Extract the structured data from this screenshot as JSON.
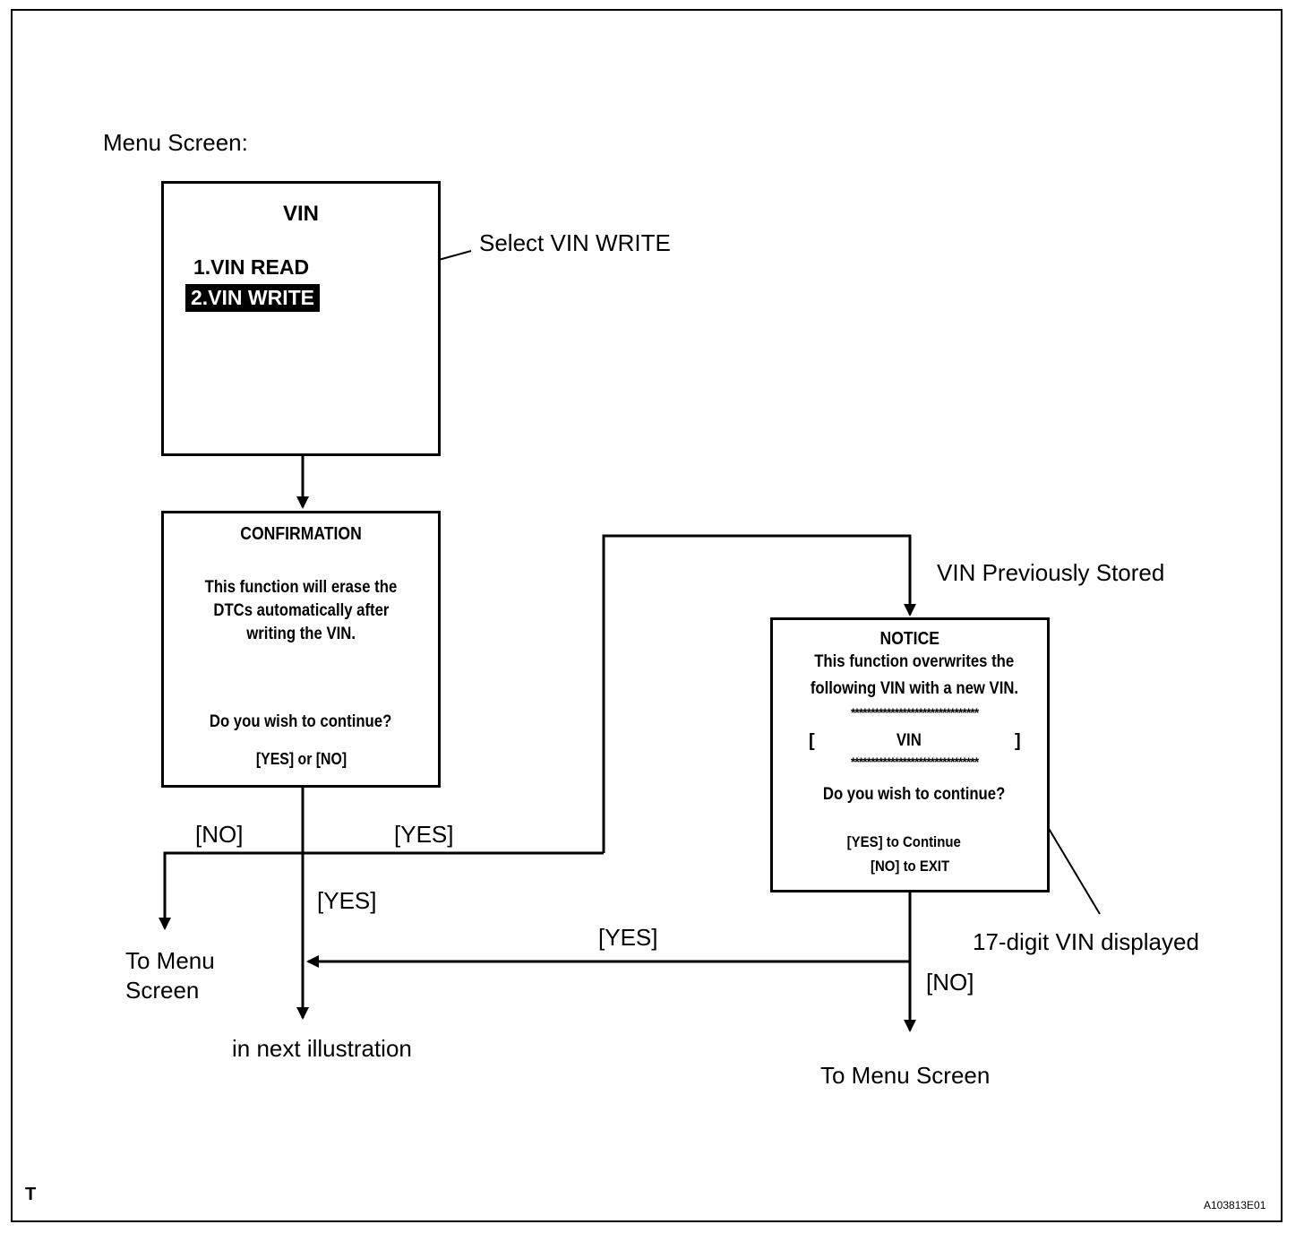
{
  "labels": {
    "menu_screen": "Menu Screen:",
    "select_vin_write": "Select VIN WRITE",
    "vin_previously_stored": "VIN Previously Stored",
    "seventeen_digit": "17-digit VIN displayed",
    "to_menu_screen_left_1": "To Menu",
    "to_menu_screen_left_2": "Screen",
    "in_next_illustration": "in next illustration",
    "to_menu_screen_right": "To Menu Screen",
    "corner_t": "T",
    "figure_id": "A103813E01"
  },
  "edges": {
    "no_left": "[NO]",
    "yes_mid": "[YES]",
    "yes_down": "[YES]",
    "yes_return": "[YES]",
    "no_right": "[NO]"
  },
  "vin_box": {
    "title": "VIN",
    "item1": "1.VIN READ",
    "item2": "2.VIN WRITE"
  },
  "confirm_box": {
    "title": "CONFIRMATION",
    "line1": "This function will erase the",
    "line2": "DTCs automatically after",
    "line3": "writing the VIN.",
    "question": "Do you wish to continue?",
    "options": "[YES] or [NO]"
  },
  "notice_box": {
    "title": "NOTICE",
    "line1": "This function overwrites the",
    "line2": "following VIN with a new VIN.",
    "stars_top": "********************************",
    "bracket_left": "[",
    "vin": "VIN",
    "bracket_right": "]",
    "stars_bottom": "********************************",
    "question": "Do you wish to continue?",
    "opt_yes": "[YES] to Continue",
    "opt_no": "[NO] to EXIT"
  }
}
